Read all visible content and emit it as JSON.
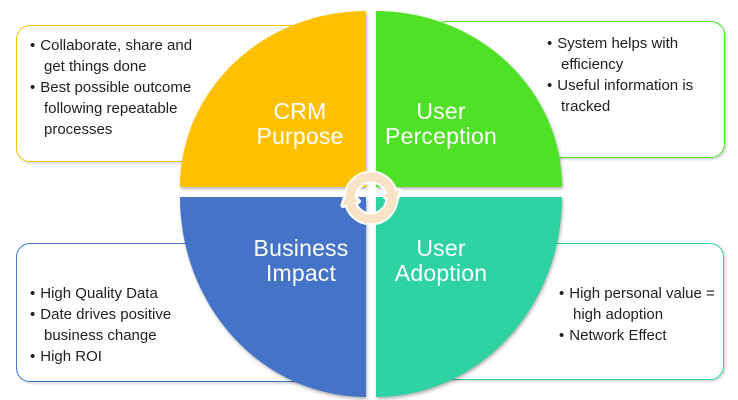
{
  "quadrants": {
    "top_left": {
      "label": "CRM Purpose",
      "color": "#FFC000"
    },
    "top_right": {
      "label": "User Perception",
      "color": "#4EE125"
    },
    "bottom_left": {
      "label": "Business Impact",
      "color": "#4573C7"
    },
    "bottom_right": {
      "label": "User Adoption",
      "color": "#2FD3A3"
    }
  },
  "callouts": {
    "top_left": {
      "border_color": "#FFC000",
      "bullets": [
        "Collaborate, share and get things done",
        "Best possible outcome following repeatable processes"
      ]
    },
    "top_right": {
      "border_color": "#4EE125",
      "bullets": [
        "System helps with efficiency",
        "Useful information is tracked"
      ]
    },
    "bottom_left": {
      "border_color": "#4573C7",
      "bullets": [
        "High Quality Data",
        "Date drives positive business change",
        "High ROI"
      ]
    },
    "bottom_right": {
      "border_color": "#2FD3A3",
      "bullets": [
        "High personal value = high adoption",
        "Network Effect"
      ]
    }
  },
  "center_icon": {
    "name": "cycle-arrows-icon",
    "color": "#F8E3C6"
  },
  "background_color": "#FFFFFF",
  "text_color": "#1F1F1F"
}
